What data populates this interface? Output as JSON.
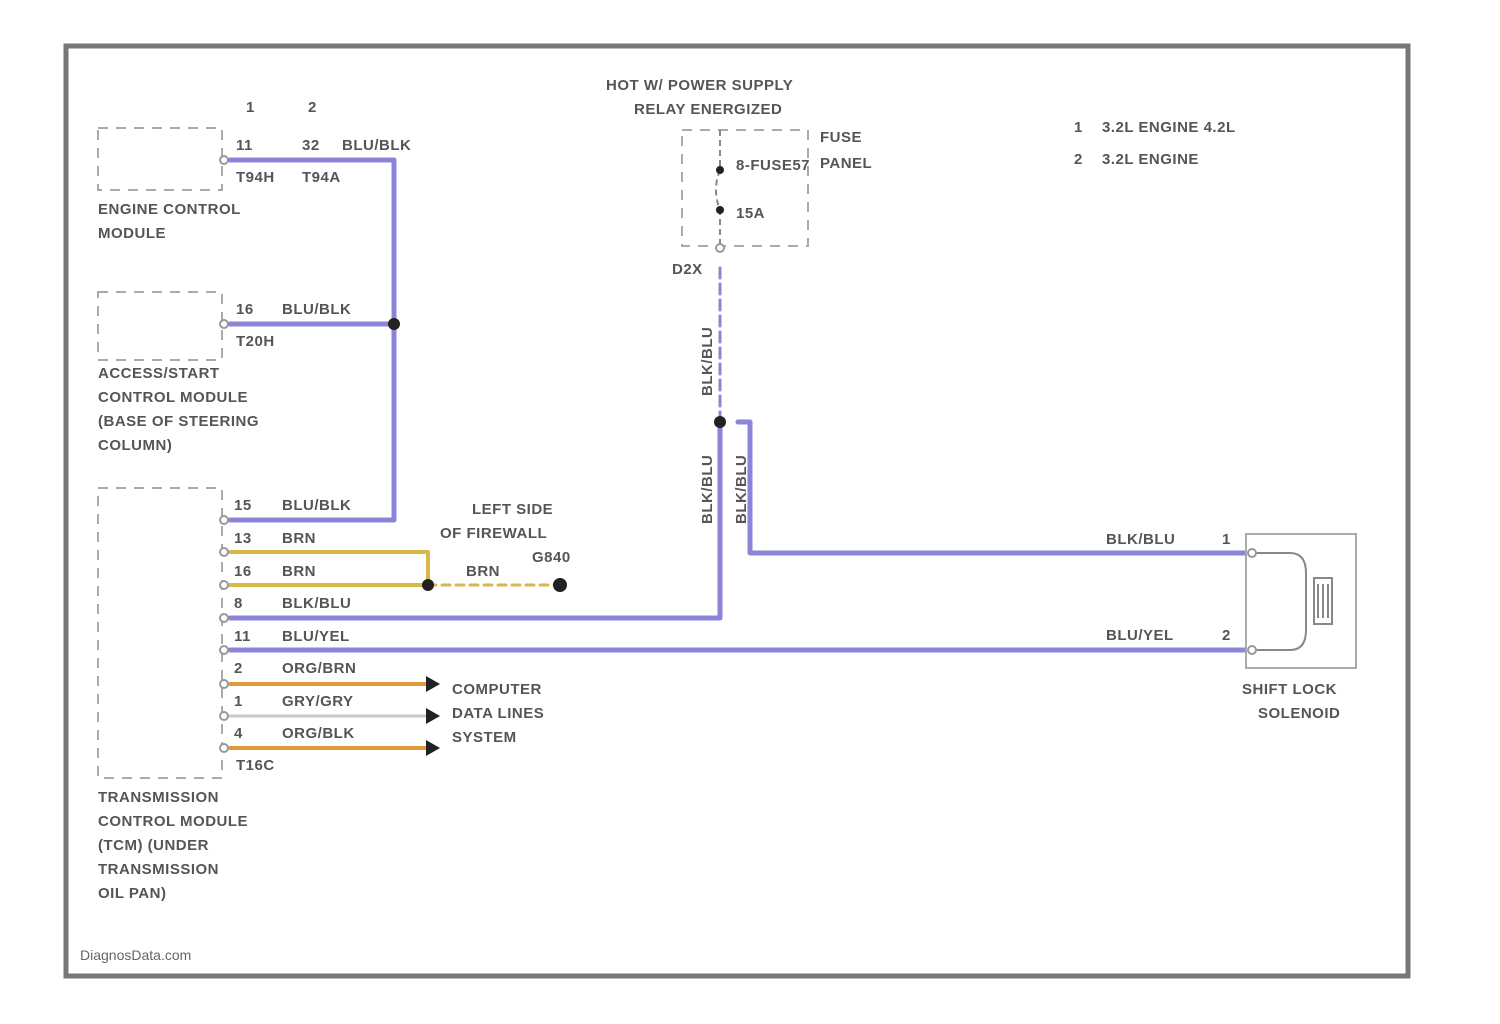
{
  "power_supply": {
    "line1": "HOT W/ POWER SUPPLY",
    "line2": "RELAY ENERGIZED"
  },
  "fuse_panel": {
    "label_line1": "FUSE",
    "label_line2": "PANEL",
    "fuse_name": "8-FUSE57",
    "fuse_rating": "15A",
    "connector": "D2X"
  },
  "legend": [
    {
      "key": "1",
      "text": "3.2L ENGINE 4.2L"
    },
    {
      "key": "2",
      "text": "3.2L ENGINE"
    }
  ],
  "ecm": {
    "variant_1": "1",
    "variant_2": "2",
    "pin_a": "11",
    "pin_b": "32",
    "wire": "BLU/BLK",
    "conn_a": "T94H",
    "conn_b": "T94A",
    "name_line1": "ENGINE CONTROL",
    "name_line2": "MODULE"
  },
  "acm": {
    "pin": "16",
    "wire": "BLU/BLK",
    "conn": "T20H",
    "name_line1": "ACCESS/START",
    "name_line2": "CONTROL MODULE",
    "name_line3": "(BASE OF STEERING",
    "name_line4": "COLUMN)"
  },
  "tcm": {
    "pins": [
      {
        "pin": "15",
        "wire": "BLU/BLK"
      },
      {
        "pin": "13",
        "wire": "BRN"
      },
      {
        "pin": "16",
        "wire": "BRN"
      },
      {
        "pin": "8",
        "wire": "BLK/BLU"
      },
      {
        "pin": "11",
        "wire": "BLU/YEL"
      },
      {
        "pin": "2",
        "wire": "ORG/BRN"
      },
      {
        "pin": "1",
        "wire": "GRY/GRY"
      },
      {
        "pin": "4",
        "wire": "ORG/BLK"
      }
    ],
    "conn": "T16C",
    "name_line1": "TRANSMISSION",
    "name_line2": "CONTROL MODULE",
    "name_line3": "(TCM) (UNDER",
    "name_line4": "TRANSMISSION",
    "name_line5": "OIL PAN)"
  },
  "ground": {
    "line1": "LEFT SIDE",
    "line2": "OF FIREWALL",
    "id": "G840",
    "wire": "BRN"
  },
  "data_lines": {
    "line1": "COMPUTER",
    "line2": "DATA LINES",
    "line3": "SYSTEM"
  },
  "vertical_wires": {
    "upper": "BLK/BLU",
    "lower_left": "BLK/BLU",
    "lower_right": "BLK/BLU"
  },
  "solenoid": {
    "wire1": "BLK/BLU",
    "pin1": "1",
    "wire2": "BLU/YEL",
    "pin2": "2",
    "name_line1": "SHIFT LOCK",
    "name_line2": "SOLENOID"
  },
  "footer": "DiagnosData.com",
  "colors": {
    "blue_wire": "#8a85d6",
    "brown_wire": "#d8b84a",
    "orange_wire": "#e09a3a",
    "gray_wire": "#c8c8c8",
    "border": "#777777",
    "text": "#555555"
  }
}
